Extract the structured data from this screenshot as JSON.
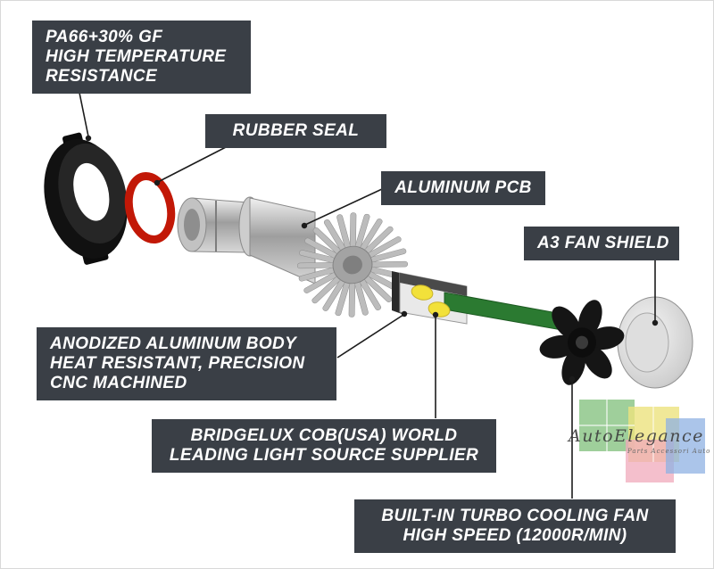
{
  "watermark": {
    "brand": "AutoElegance",
    "subtitle": "Parts Accessori Auto"
  },
  "colors": {
    "label_bg": "#3a3f46",
    "label_text": "#ffffff",
    "seal_red": "#c21807",
    "pcb_green": "#2b7a31",
    "led_yellow": "#f2e13a",
    "pointer_line": "#1c1c1c"
  },
  "labels": {
    "adapter": {
      "line1": "PA66+30% GF",
      "line2": "HIGH TEMPERATURE",
      "line3": "RESISTANCE"
    },
    "rubber_seal": {
      "line1": "RUBBER SEAL"
    },
    "aluminum_pcb": {
      "line1": "ALUMINUM PCB"
    },
    "fan_shield": {
      "line1": "A3 FAN SHIELD"
    },
    "body": {
      "line1": "ANODIZED ALUMINUM BODY",
      "line2": "HEAT RESISTANT, PRECISION",
      "line3": "CNC MACHINED"
    },
    "light_source": {
      "line1": "BRIDGELUX COB(USA) WORLD",
      "line2": "LEADING LIGHT SOURCE SUPPLIER"
    },
    "cooling_fan": {
      "line1": "BUILT-IN TURBO COOLING FAN",
      "line2": "HIGH SPEED (12000R/MIN)"
    }
  }
}
